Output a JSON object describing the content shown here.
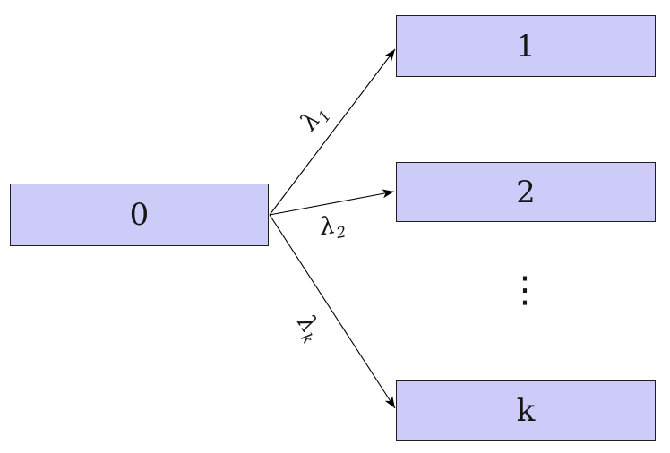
{
  "diagram": {
    "colors": {
      "background": "#ffffff",
      "box_fill": "#cdccf8",
      "box_border": "#1f1f1f",
      "arrow": "#000000",
      "text": "#161616"
    },
    "nodes": [
      {
        "id": "0",
        "label": "0"
      },
      {
        "id": "1",
        "label": "1"
      },
      {
        "id": "2",
        "label": "2"
      },
      {
        "id": "k",
        "label": "k"
      }
    ],
    "ellipsis": "⋮",
    "edges": [
      {
        "from": "0",
        "to": "1",
        "label_base": "λ",
        "label_sub": "1"
      },
      {
        "from": "0",
        "to": "2",
        "label_base": "λ",
        "label_sub": "2"
      },
      {
        "from": "0",
        "to": "k",
        "label_base": "λ",
        "label_sub": "k"
      }
    ]
  }
}
